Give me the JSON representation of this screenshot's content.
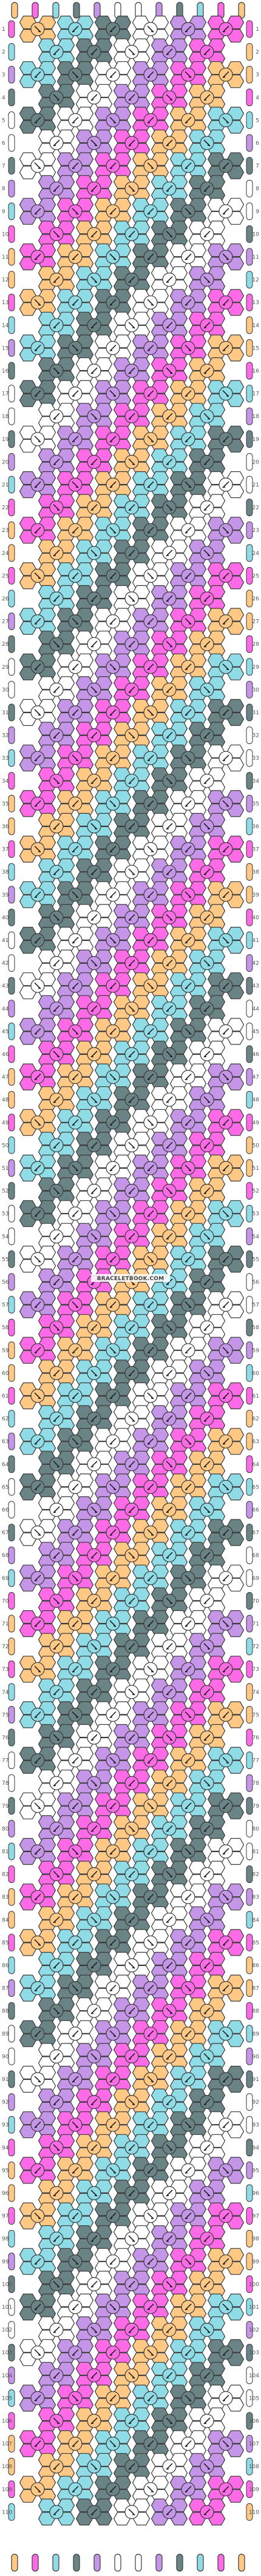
{
  "watermark": "BRACELETBOOK.COM",
  "colors": {
    "peach": "#ffc985",
    "pink": "#ff6be6",
    "cyan": "#8fdce6",
    "lavender": "#c596e8",
    "slate": "#6a8486",
    "white": "#ffffff",
    "stroke": "#3a3a3a"
  },
  "strings_top": [
    "peach",
    "peach",
    "pink",
    "pink",
    "cyan",
    "cyan",
    "slate",
    "slate",
    "lavender",
    "lavender",
    "white",
    "white",
    "white",
    "white",
    "lavender",
    "lavender",
    "slate",
    "slate",
    "cyan",
    "cyan",
    "pink",
    "pink",
    "peach",
    "peach"
  ],
  "row_count": 110,
  "knot_icons": "arrow-icons"
}
